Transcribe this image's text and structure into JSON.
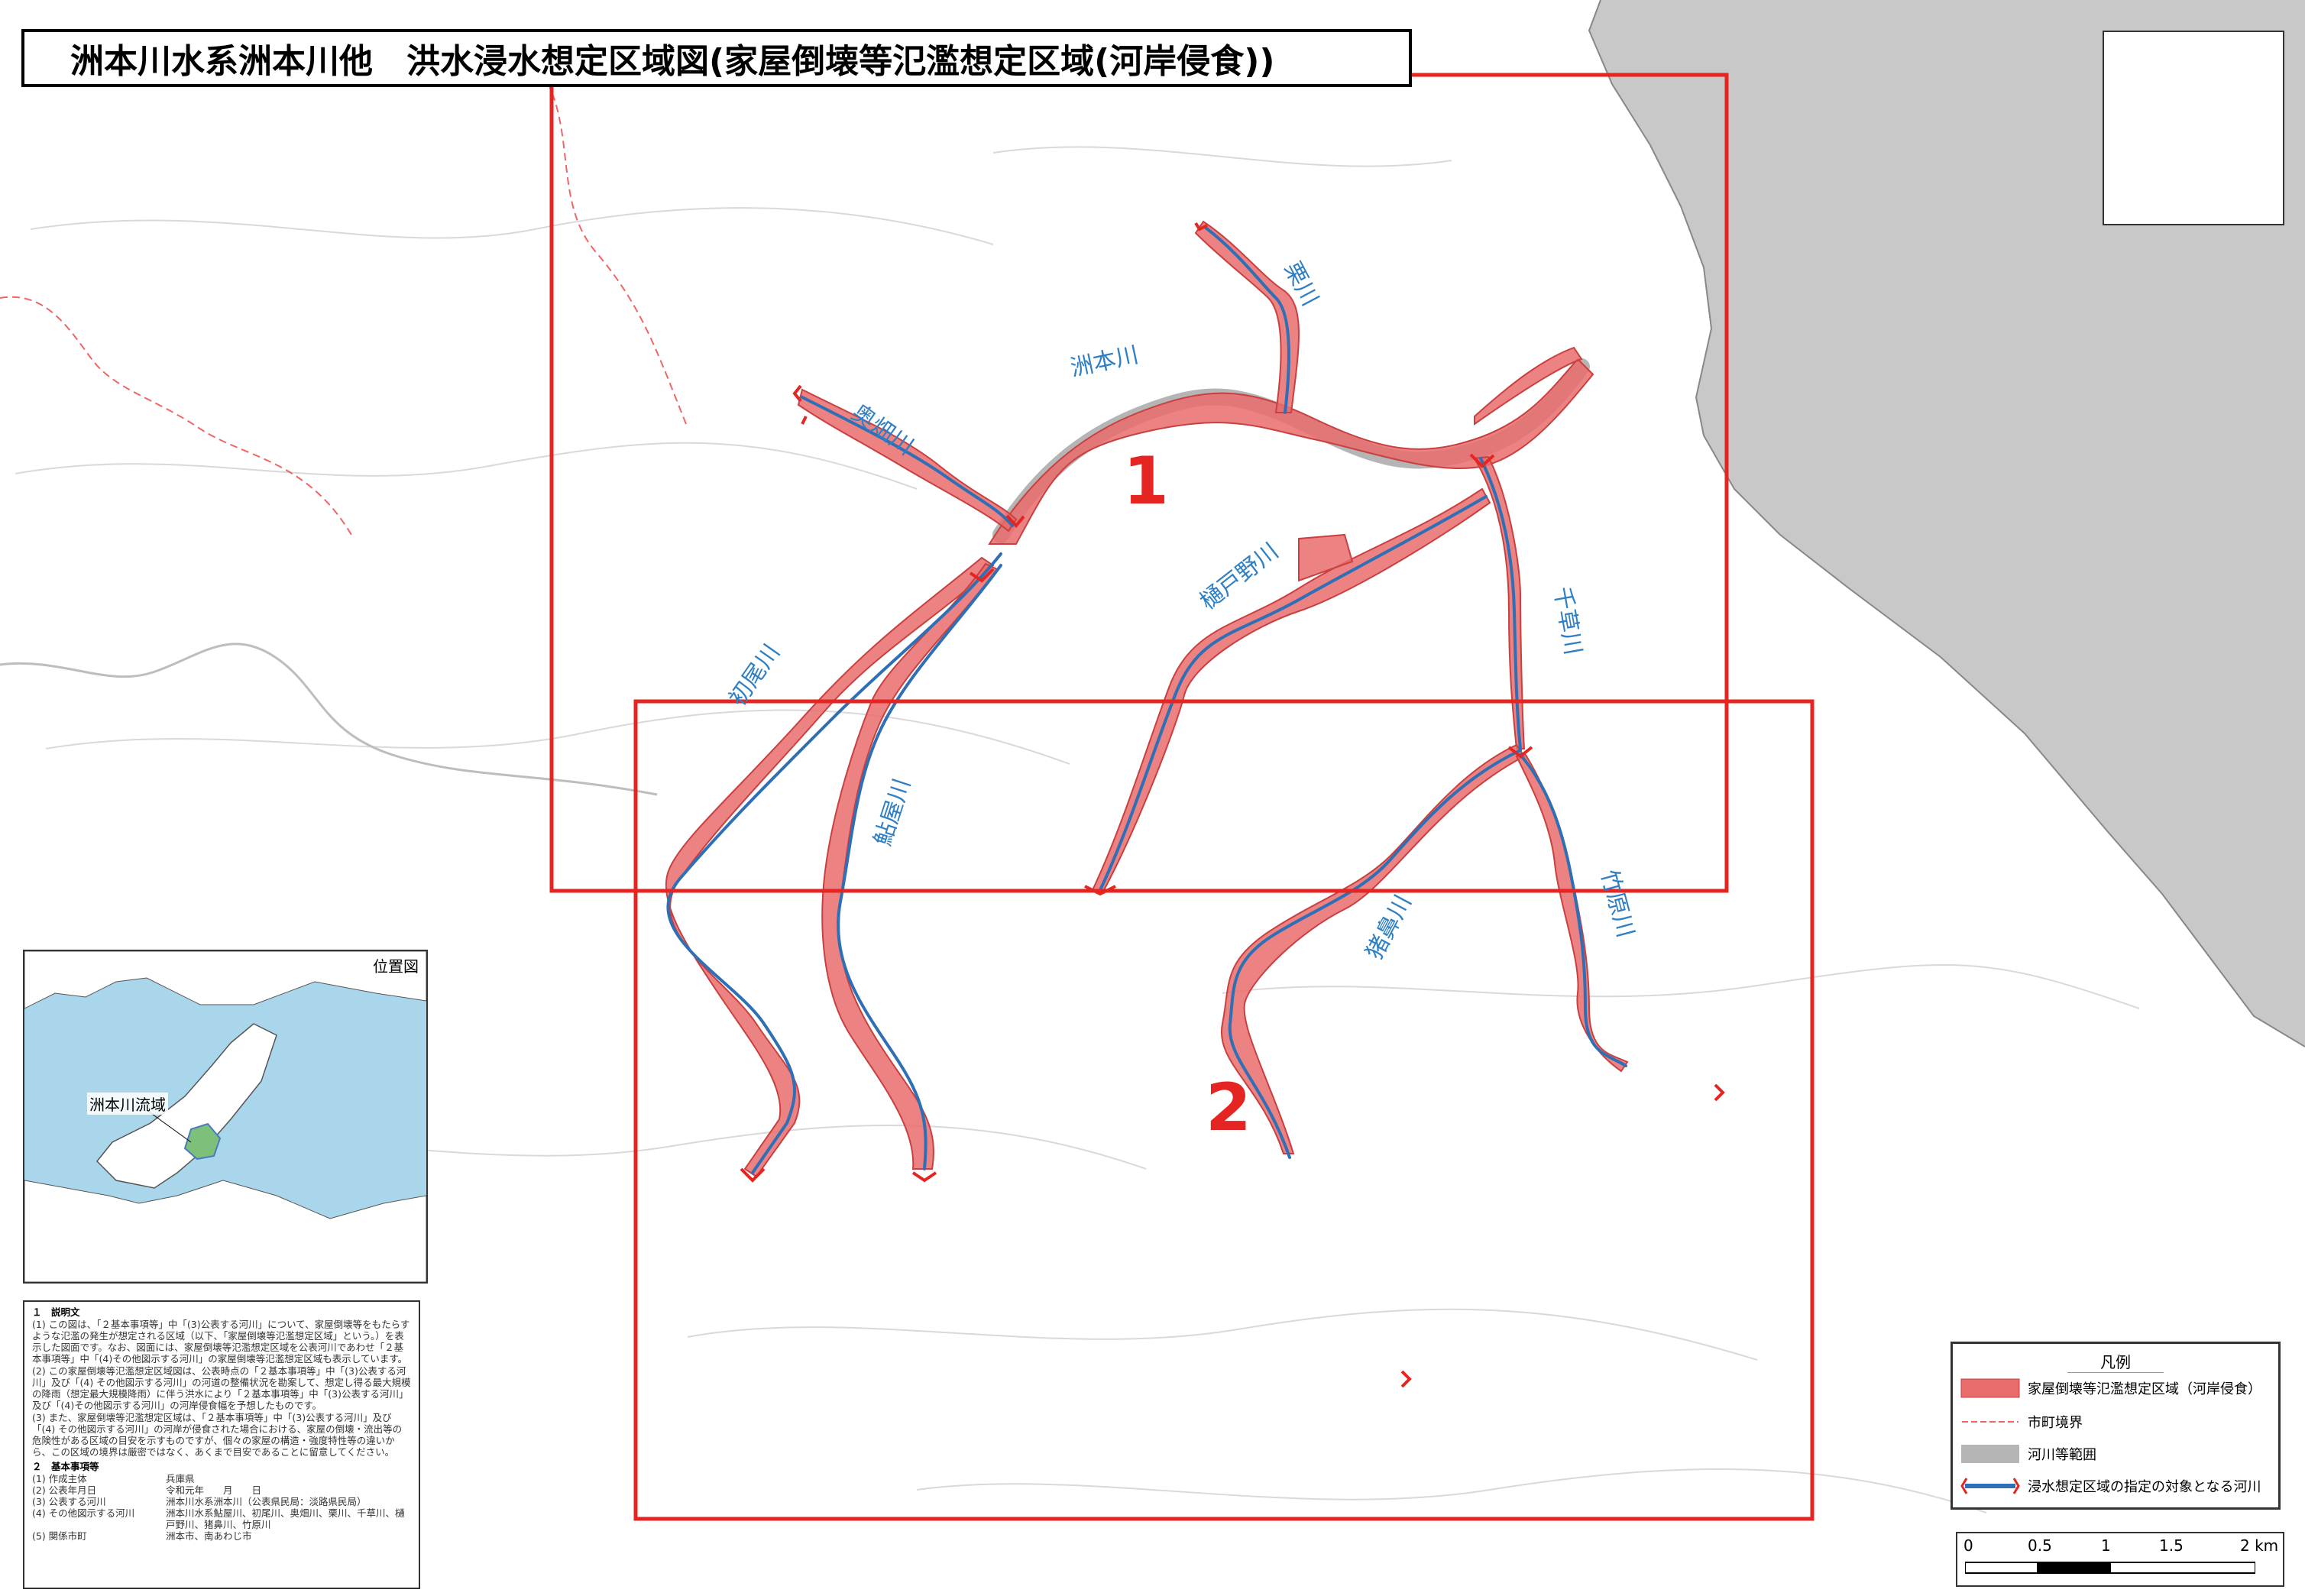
{
  "title": "洲本川水系洲本川他　洪水浸水想定区域図(家屋倒壊等氾濫想定区域(河岸侵食))",
  "area_labels": {
    "area1": "1",
    "area2": "2"
  },
  "rivers": {
    "sumoto": "洲本川",
    "kurusu": "栗川",
    "okuhata": "奥畑川",
    "hatsuo": "初尾川",
    "ayuya": "鮎屋川",
    "hidono": "樋戸野川",
    "chigusa": "千草川",
    "inoshishi": "猪鼻川",
    "takehara": "竹原川"
  },
  "inset": {
    "title": "位置図",
    "basin_label": "洲本川流域"
  },
  "notes": {
    "section1_title": "１　説明文",
    "paragraphs": [
      "(1) この図は、「２基本事項等」中「(3)公表する河川」について、家屋倒壊等をもたらすような氾濫の発生が想定される区域（以下、「家屋倒壊等氾濫想定区域」という。）を表示した図面です。なお、図面には、家屋倒壊等氾濫想定区域を公表河川であわせ「２基本事項等」中「(4)その他図示する河川」の家屋倒壊等氾濫想定区域も表示しています。",
      "(2) この家屋倒壊等氾濫想定区域図は、公表時点の「２基本事項等」中「(3)公表する河川」及び「(4) その他図示する河川」の河道の整備状況を勘案して、想定し得る最大規模の降雨（想定最大規模降雨）に伴う洪水により「２基本事項等」中「(3)公表する河川」及び「(4)その他図示する河川」の河岸侵食幅を予想したものです。",
      "(3) また、家屋倒壊等氾濫想定区域は、「２基本事項等」中「(3)公表する河川」及び「(4) その他図示する河川」の河岸が侵食された場合における、家屋の倒壊・流出等の危険性がある区域の目安を示すものですが、個々の家屋の構造・強度特性等の違いから、この区域の境界は厳密ではなく、あくまで目安であることに留意してください。"
    ],
    "section2_title": "２　基本事項等",
    "info": [
      {
        "label": "(1) 作成主体",
        "value": "兵庫県"
      },
      {
        "label": "(2) 公表年月日",
        "value": "令和元年　　月　　日"
      },
      {
        "label": "(3) 公表する河川",
        "value": "洲本川水系洲本川（公表県民局：淡路県民局）"
      },
      {
        "label": "(4) その他図示する河川",
        "value": "洲本川水系鮎屋川、初尾川、奥畑川、栗川、千草川、樋戸野川、猪鼻川、竹原川"
      },
      {
        "label": "(5) 関係市町",
        "value": "洲本市、南あわじ市"
      }
    ]
  },
  "legend": {
    "title": "凡例",
    "items": [
      {
        "label": "家屋倒壊等氾濫想定区域（河岸侵食）"
      },
      {
        "label": "市町境界"
      },
      {
        "label": "河川等範囲"
      },
      {
        "label": "浸水想定区域の指定の対象となる河川"
      }
    ]
  },
  "scale": {
    "ticks": [
      "0",
      "0.5",
      "1",
      "1.5",
      "2 km"
    ]
  },
  "colors": {
    "erosion_zone": "#e96c6c",
    "river_target": "#2f6fb5",
    "area_frame": "#e52521",
    "river_gray": "#b5b5b5",
    "sea_gray": "#c8c8c8",
    "label_blue": "#2e7fc4",
    "inset_sea": "#a9d6ea"
  }
}
